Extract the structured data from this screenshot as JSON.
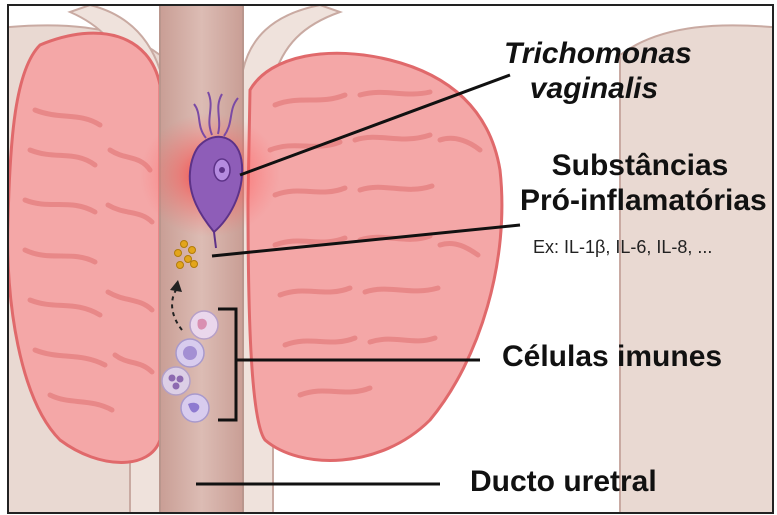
{
  "labels": {
    "organism_line1": "Trichomonas",
    "organism_line2": "vaginalis",
    "substances_line1": "Substâncias",
    "substances_line2": "Pró-inflamatórias",
    "examples": "Ex: IL-1β, IL-6, IL-8, ...",
    "immune_cells": "Células imunes",
    "urethral_duct": "Ducto uretral"
  },
  "colors": {
    "gland": "#f4a7a7",
    "gland_outline": "#e0696b",
    "duct": "#d6b3ab",
    "parasite": "#8e5db8",
    "inflammation": "#ff3b3b",
    "cytokine": "#e3a51b",
    "immune_cell": "#c9b5e6"
  }
}
